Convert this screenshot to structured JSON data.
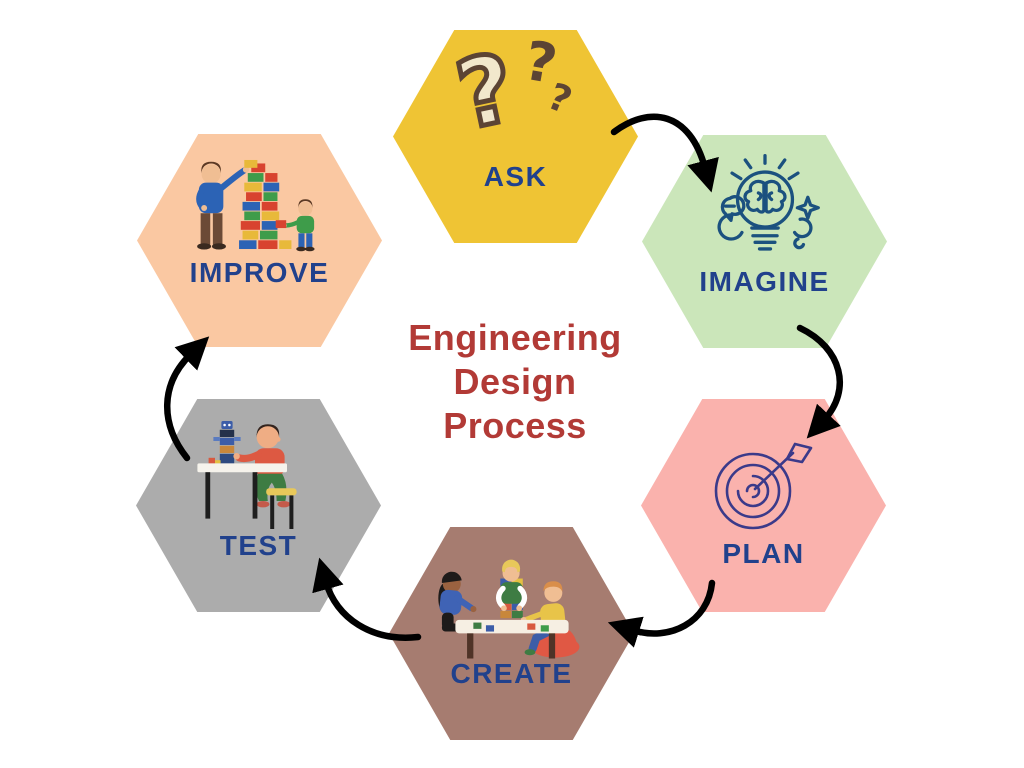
{
  "title": {
    "text": "Engineering\nDesign\nProcess",
    "color": "#B23A36"
  },
  "labels_color": "#21418C",
  "background": "#FFFFFF",
  "steps": [
    {
      "label": "ASK",
      "color": "#EFC434",
      "icon": "question-marks-icon",
      "icon_glyph": "?"
    },
    {
      "label": "IMAGINE",
      "color": "#CBE6BA",
      "icon": "lightbulb-brain-icon"
    },
    {
      "label": "PLAN",
      "color": "#FAB2AD",
      "icon": "target-dart-icon"
    },
    {
      "label": "CREATE",
      "color": "#A67C70",
      "icon": "children-building-blocks-illustration"
    },
    {
      "label": "TEST",
      "color": "#ACACAC",
      "icon": "child-testing-tower-illustration"
    },
    {
      "label": "IMPROVE",
      "color": "#FAC8A2",
      "icon": "adult-child-brick-tower-illustration"
    }
  ],
  "arrows": {
    "color": "#000000",
    "sequence": [
      "ASK→IMAGINE",
      "IMAGINE→PLAN",
      "PLAN→CREATE",
      "CREATE→TEST",
      "TEST→IMPROVE"
    ]
  }
}
